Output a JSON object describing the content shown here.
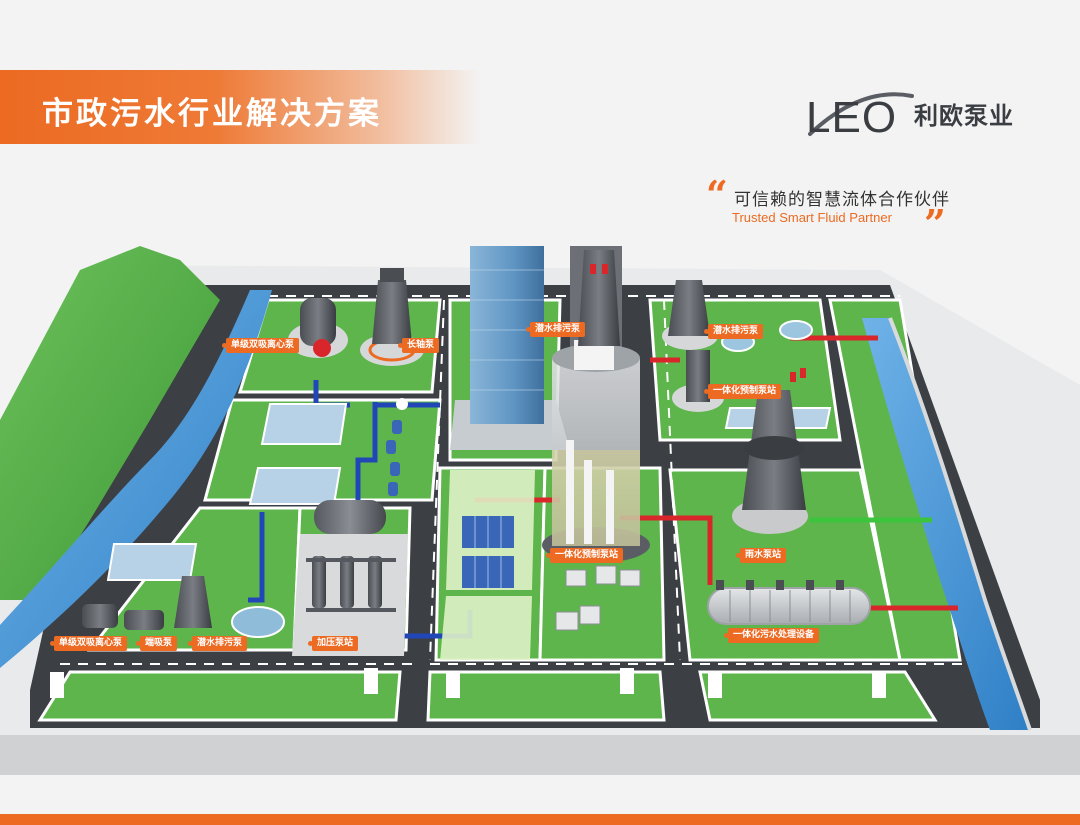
{
  "header": {
    "title": "市政污水行业解决方案",
    "logo_mark": "LEO",
    "logo_cn": "利欧泵业"
  },
  "slogan": {
    "cn": "可信赖的智慧流体合作伙伴",
    "en": "Trusted Smart Fluid Partner"
  },
  "labels": {
    "double_suction_top": "单级双吸离心泵",
    "long_shaft": "长轴泵",
    "submersible_center": "潜水排污泵",
    "submersible_right": "潜水排污泵",
    "prefab_right": "一体化预制泵站",
    "prefab_center": "一体化预制泵站",
    "rain_station": "雨水泵站",
    "sewage_equipment": "一体化污水处理设备",
    "booster_station": "加压泵站",
    "double_suction_bottom": "单级双吸离心泵",
    "end_suction": "端吸泵",
    "submersible_bottom": "潜水排污泵"
  },
  "colors": {
    "accent": "#ec6a22",
    "grass": "#5db54b",
    "road": "#3c3f44",
    "river": "#3b8fd4",
    "pipe_red": "#d9262a",
    "pipe_blue": "#2146b8",
    "pipe_green": "#3cc43c"
  }
}
